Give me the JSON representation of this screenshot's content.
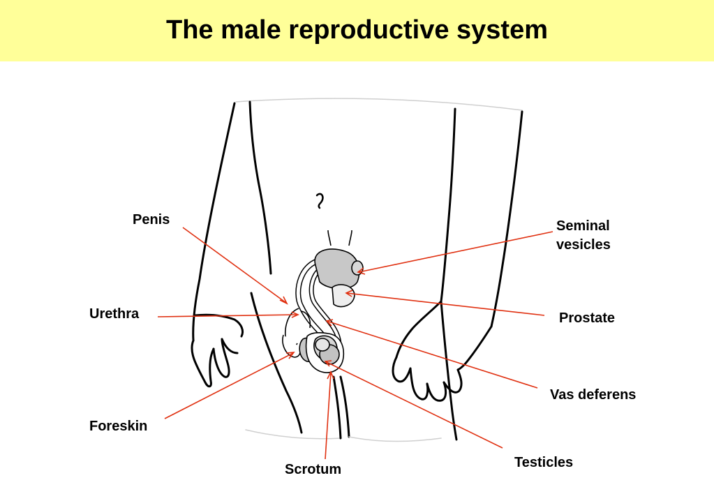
{
  "title": "The male reproductive system",
  "colors": {
    "title_background": "#ffff99",
    "leader_line": "#e03010",
    "organ_fill": "#c8c8c8",
    "outline": "#000000"
  },
  "labels": {
    "penis": "Penis",
    "urethra": "Urethra",
    "foreskin": "Foreskin",
    "scrotum": "Scrotum",
    "seminal_vesicles_line1": "Seminal",
    "seminal_vesicles_line2": "vesicles",
    "prostate": "Prostate",
    "vas_deferens": "Vas deferens",
    "testicles": "Testicles"
  }
}
